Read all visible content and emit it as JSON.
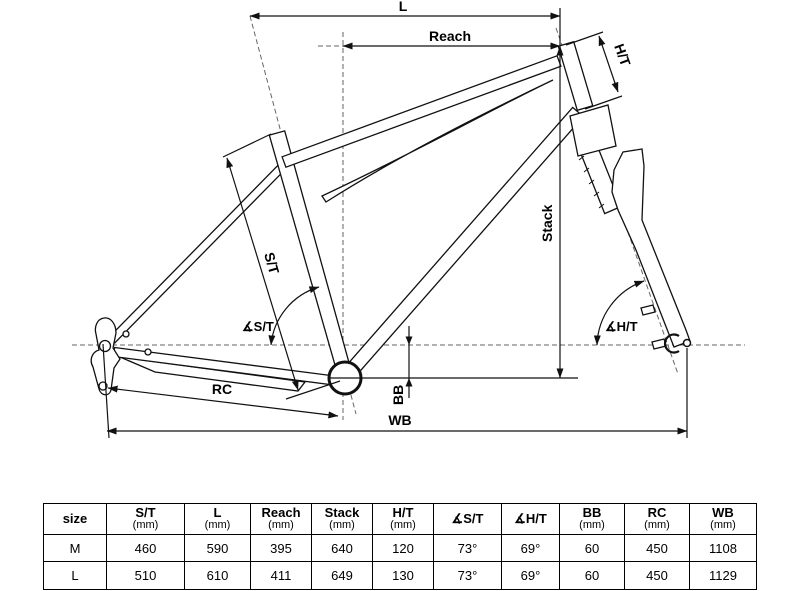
{
  "figure": {
    "background": "#ffffff",
    "line_color": "#111111",
    "dash_color": "#666666"
  },
  "diagram": {
    "labels": {
      "top_tube_length": "L",
      "reach": "Reach",
      "head_tube": "H/T",
      "stack": "Stack",
      "seat_tube": "S/T",
      "seat_tube_angle": "∡S/T",
      "head_tube_angle": "∡H/T",
      "bb_drop": "BB",
      "rear_center": "RC",
      "wheelbase": "WB"
    }
  },
  "table": {
    "headers": [
      {
        "title": "size"
      },
      {
        "title": "S/T",
        "sub": "(mm)"
      },
      {
        "title": "L",
        "sub": "(mm)"
      },
      {
        "title": "Reach",
        "sub": "(mm)"
      },
      {
        "title": "Stack",
        "sub": "(mm)"
      },
      {
        "title": "H/T",
        "sub": "(mm)"
      },
      {
        "title": "∡S/T"
      },
      {
        "title": "∡H/T"
      },
      {
        "title": "BB",
        "sub": "(mm)"
      },
      {
        "title": "RC",
        "sub": "(mm)"
      },
      {
        "title": "WB",
        "sub": "(mm)"
      }
    ],
    "rows": [
      {
        "size": "M",
        "values": [
          "460",
          "590",
          "395",
          "640",
          "120",
          "73°",
          "69°",
          "60",
          "450",
          "1108"
        ]
      },
      {
        "size": "L",
        "values": [
          "510",
          "610",
          "411",
          "649",
          "130",
          "73°",
          "69°",
          "60",
          "450",
          "1129"
        ]
      }
    ]
  }
}
